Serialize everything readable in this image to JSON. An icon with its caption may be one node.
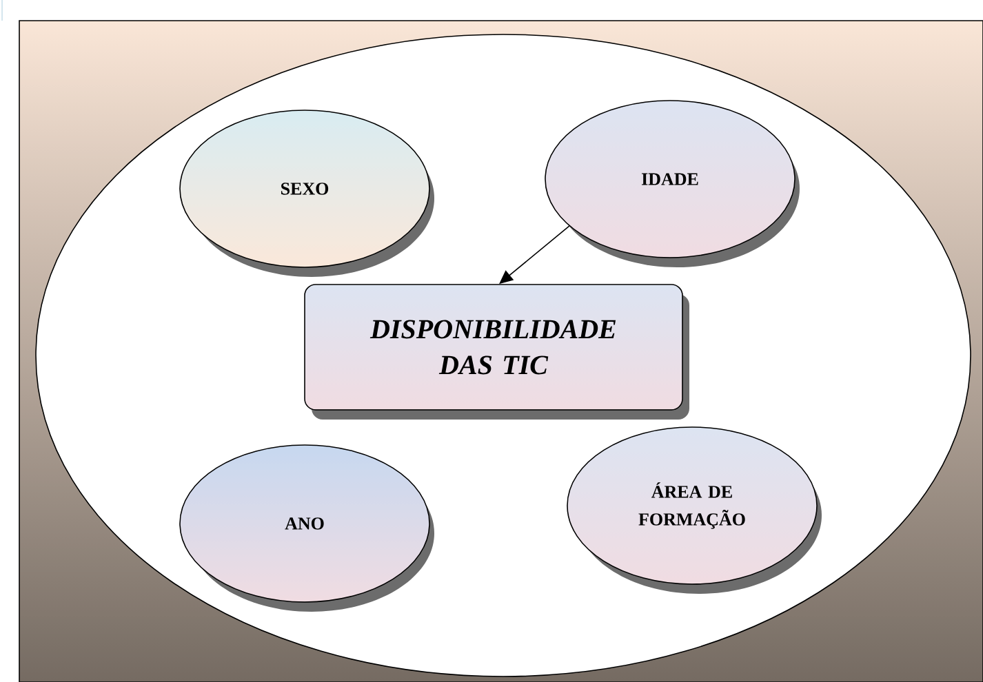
{
  "diagram": {
    "nodes": [
      {
        "text": [],
        "shape": "ellipse"
      },
      {
        "text": [
          "SEXO"
        ],
        "in": 0
      },
      {
        "text": [
          "IDADE"
        ],
        "in": 0
      },
      {
        "text": [
          "DISPONIBILIDADE DAS TIC"
        ],
        "in": 0
      },
      {
        "text": [
          "ANO"
        ],
        "in": 0
      },
      {
        "text": [
          "ÁREA DE FORMAÇÃO"
        ],
        "in": 0
      }
    ],
    "edges": [
      {
        "from": 2,
        "to": 3,
        "arrow": "to"
      }
    ]
  }
}
